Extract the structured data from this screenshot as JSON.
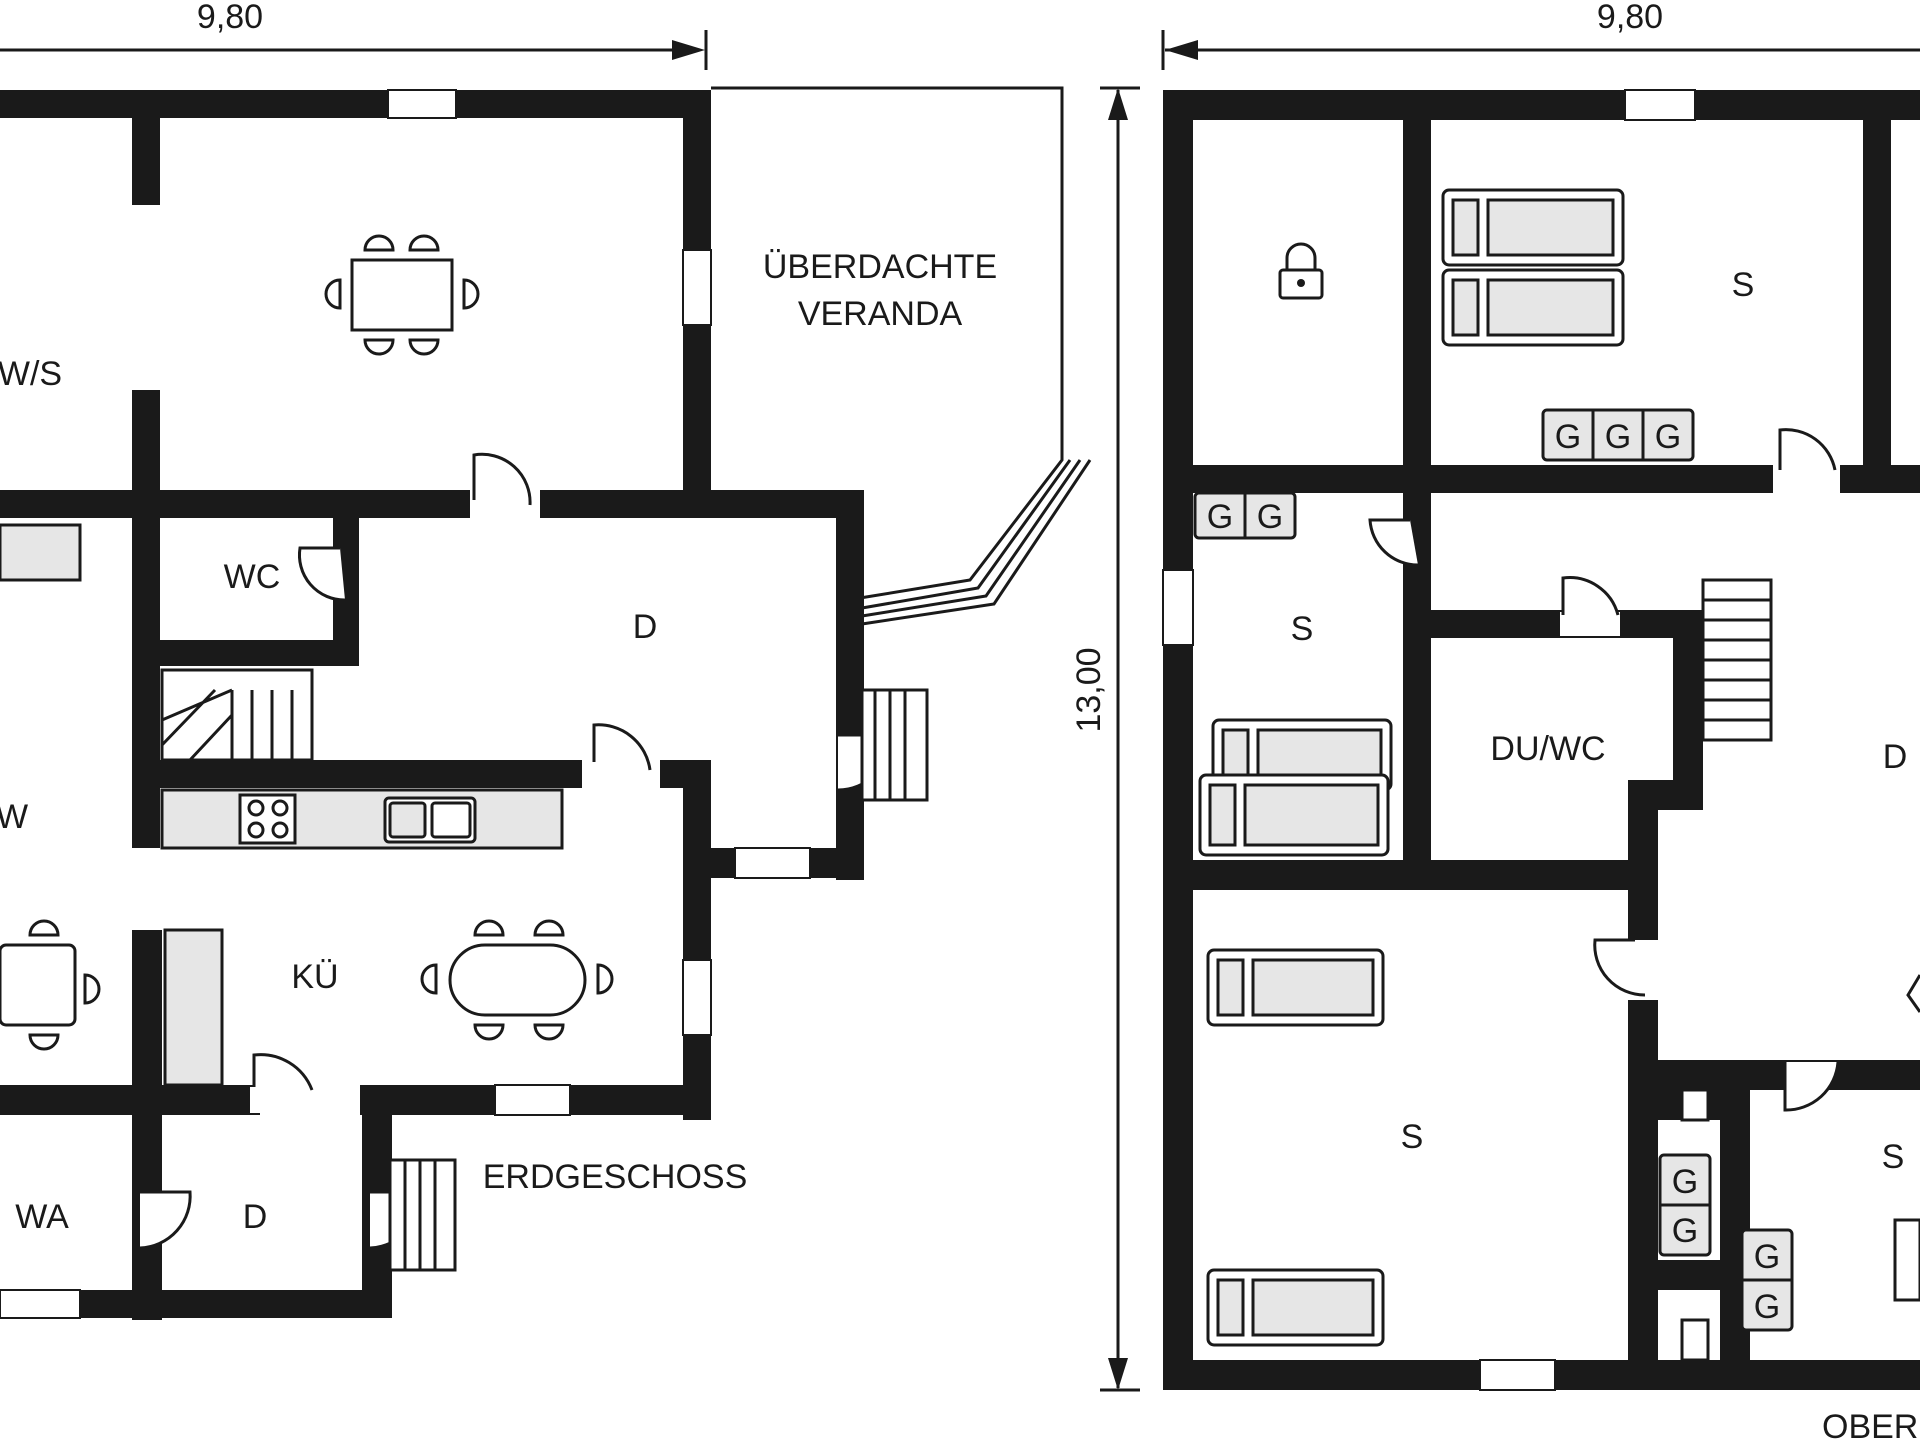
{
  "dimensions": {
    "ground_width": "9,80",
    "upper_width": "9,80",
    "upper_depth": "13,00"
  },
  "ground_floor": {
    "title": "ERDGESCHOSS",
    "rooms": {
      "living_dining": "W/S",
      "veranda_line1": "ÜBERDACHTE",
      "veranda_line2": "VERANDA",
      "wc": "WC",
      "hall": "D",
      "living": "W",
      "kitchen": "KÜ",
      "laundry": "WA",
      "shower": "D"
    }
  },
  "upper_floor": {
    "title": "OBERGESCHOSS",
    "rooms": {
      "bedroom_top": "S",
      "bedroom_left": "S",
      "bathroom": "DU/WC",
      "hall": "D",
      "bedroom_large": "S",
      "bedroom_bottom_right": "S"
    },
    "appliance_label": "G"
  },
  "icons": [
    "lock-icon",
    "stove-icon",
    "sink-icon",
    "stairs-icon"
  ],
  "colors": {
    "wall": "#1a1a1a",
    "furniture_fill": "#e6e6e6",
    "background": "#ffffff"
  }
}
